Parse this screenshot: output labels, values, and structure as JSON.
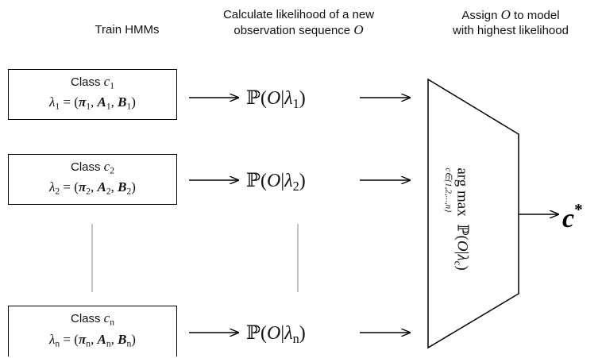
{
  "headers": {
    "col1": [
      "Train HMMs"
    ],
    "col2": [
      "Calculate likelihood of a new",
      "observation sequence"
    ],
    "col2_symbol": "O",
    "col3_line1_pre": "Assign",
    "col3_symbol": "O",
    "col3_line1_post": "to model",
    "col3_line2": "with highest likelihood"
  },
  "models": [
    {
      "class_word": "Class",
      "class_symbol": "c",
      "index": "1"
    },
    {
      "class_word": "Class",
      "class_symbol": "c",
      "index": "2"
    },
    {
      "class_word": "Class",
      "class_symbol": "c",
      "index": "n"
    }
  ],
  "likelihoods": [
    {
      "index": "1"
    },
    {
      "index": "2"
    },
    {
      "index": "n"
    }
  ],
  "decision": {
    "operator": "arg max",
    "limits": "c∈{1,2,...,n}",
    "subscript": "c"
  },
  "result": {
    "symbol": "c",
    "superscript": "*"
  }
}
